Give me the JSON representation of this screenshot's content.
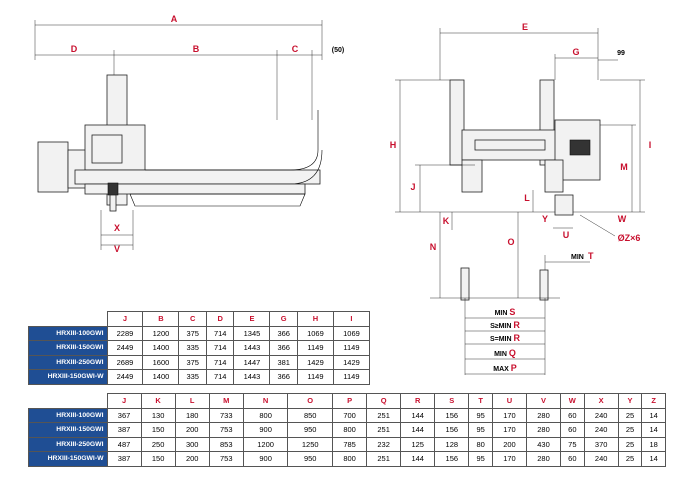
{
  "dims_left": {
    "A": "A",
    "D": "D",
    "B": "B",
    "C": "C",
    "C_extra": "(50)",
    "X": "X",
    "V": "V"
  },
  "dims_right": {
    "E": "E",
    "G": "G",
    "n99": "99",
    "H": "H",
    "I": "I",
    "M": "M",
    "J": "J",
    "L": "L",
    "K": "K",
    "Y": "Y",
    "W": "W",
    "U": "U",
    "N": "N",
    "O": "O",
    "Z": "ØZ×6",
    "minT_pre": "MIN",
    "minT": "T"
  },
  "dims_bottom": [
    {
      "pre": "MIN",
      "key": "S"
    },
    {
      "pre": "S≥MIN",
      "key": "R"
    },
    {
      "pre": "S=MIN",
      "key": "R"
    },
    {
      "pre": "MIN",
      "key": "Q"
    },
    {
      "pre": "MAX",
      "key": "P"
    }
  ],
  "table1": {
    "headers": [
      "J",
      "B",
      "C",
      "D",
      "E",
      "G",
      "H",
      "I"
    ],
    "rows": [
      {
        "model": "HRXIII-100GWI",
        "values": [
          "2289",
          "1200",
          "375",
          "714",
          "1345",
          "366",
          "1069",
          "1069"
        ]
      },
      {
        "model": "HRXIII-150GWI",
        "values": [
          "2449",
          "1400",
          "335",
          "714",
          "1443",
          "366",
          "1149",
          "1149"
        ]
      },
      {
        "model": "HRXIII-250GWI",
        "values": [
          "2689",
          "1600",
          "375",
          "714",
          "1447",
          "381",
          "1429",
          "1429"
        ]
      },
      {
        "model": "HRXIII-150GWI-W",
        "values": [
          "2449",
          "1400",
          "335",
          "714",
          "1443",
          "366",
          "1149",
          "1149"
        ]
      }
    ]
  },
  "table2": {
    "headers": [
      "J",
      "K",
      "L",
      "M",
      "N",
      "O",
      "P",
      "Q",
      "R",
      "S",
      "T",
      "U",
      "V",
      "W",
      "X",
      "Y",
      "Z"
    ],
    "rows": [
      {
        "model": "HRXIII-100GWI",
        "values": [
          "367",
          "130",
          "180",
          "733",
          "800",
          "850",
          "700",
          "251",
          "144",
          "156",
          "95",
          "170",
          "280",
          "60",
          "240",
          "25",
          "14"
        ]
      },
      {
        "model": "HRXIII-150GWI",
        "values": [
          "387",
          "150",
          "200",
          "753",
          "900",
          "950",
          "800",
          "251",
          "144",
          "156",
          "95",
          "170",
          "280",
          "60",
          "240",
          "25",
          "14"
        ]
      },
      {
        "model": "HRXIII-250GWI",
        "values": [
          "487",
          "250",
          "300",
          "853",
          "1200",
          "1250",
          "785",
          "232",
          "125",
          "128",
          "80",
          "200",
          "430",
          "75",
          "370",
          "25",
          "18"
        ]
      },
      {
        "model": "HRXIII-150GWI-W",
        "values": [
          "387",
          "150",
          "200",
          "753",
          "900",
          "950",
          "800",
          "251",
          "144",
          "156",
          "95",
          "170",
          "280",
          "60",
          "240",
          "25",
          "14"
        ]
      }
    ]
  },
  "colors": {
    "accent": "#c8102e",
    "model_bg": "#1f4e94"
  }
}
